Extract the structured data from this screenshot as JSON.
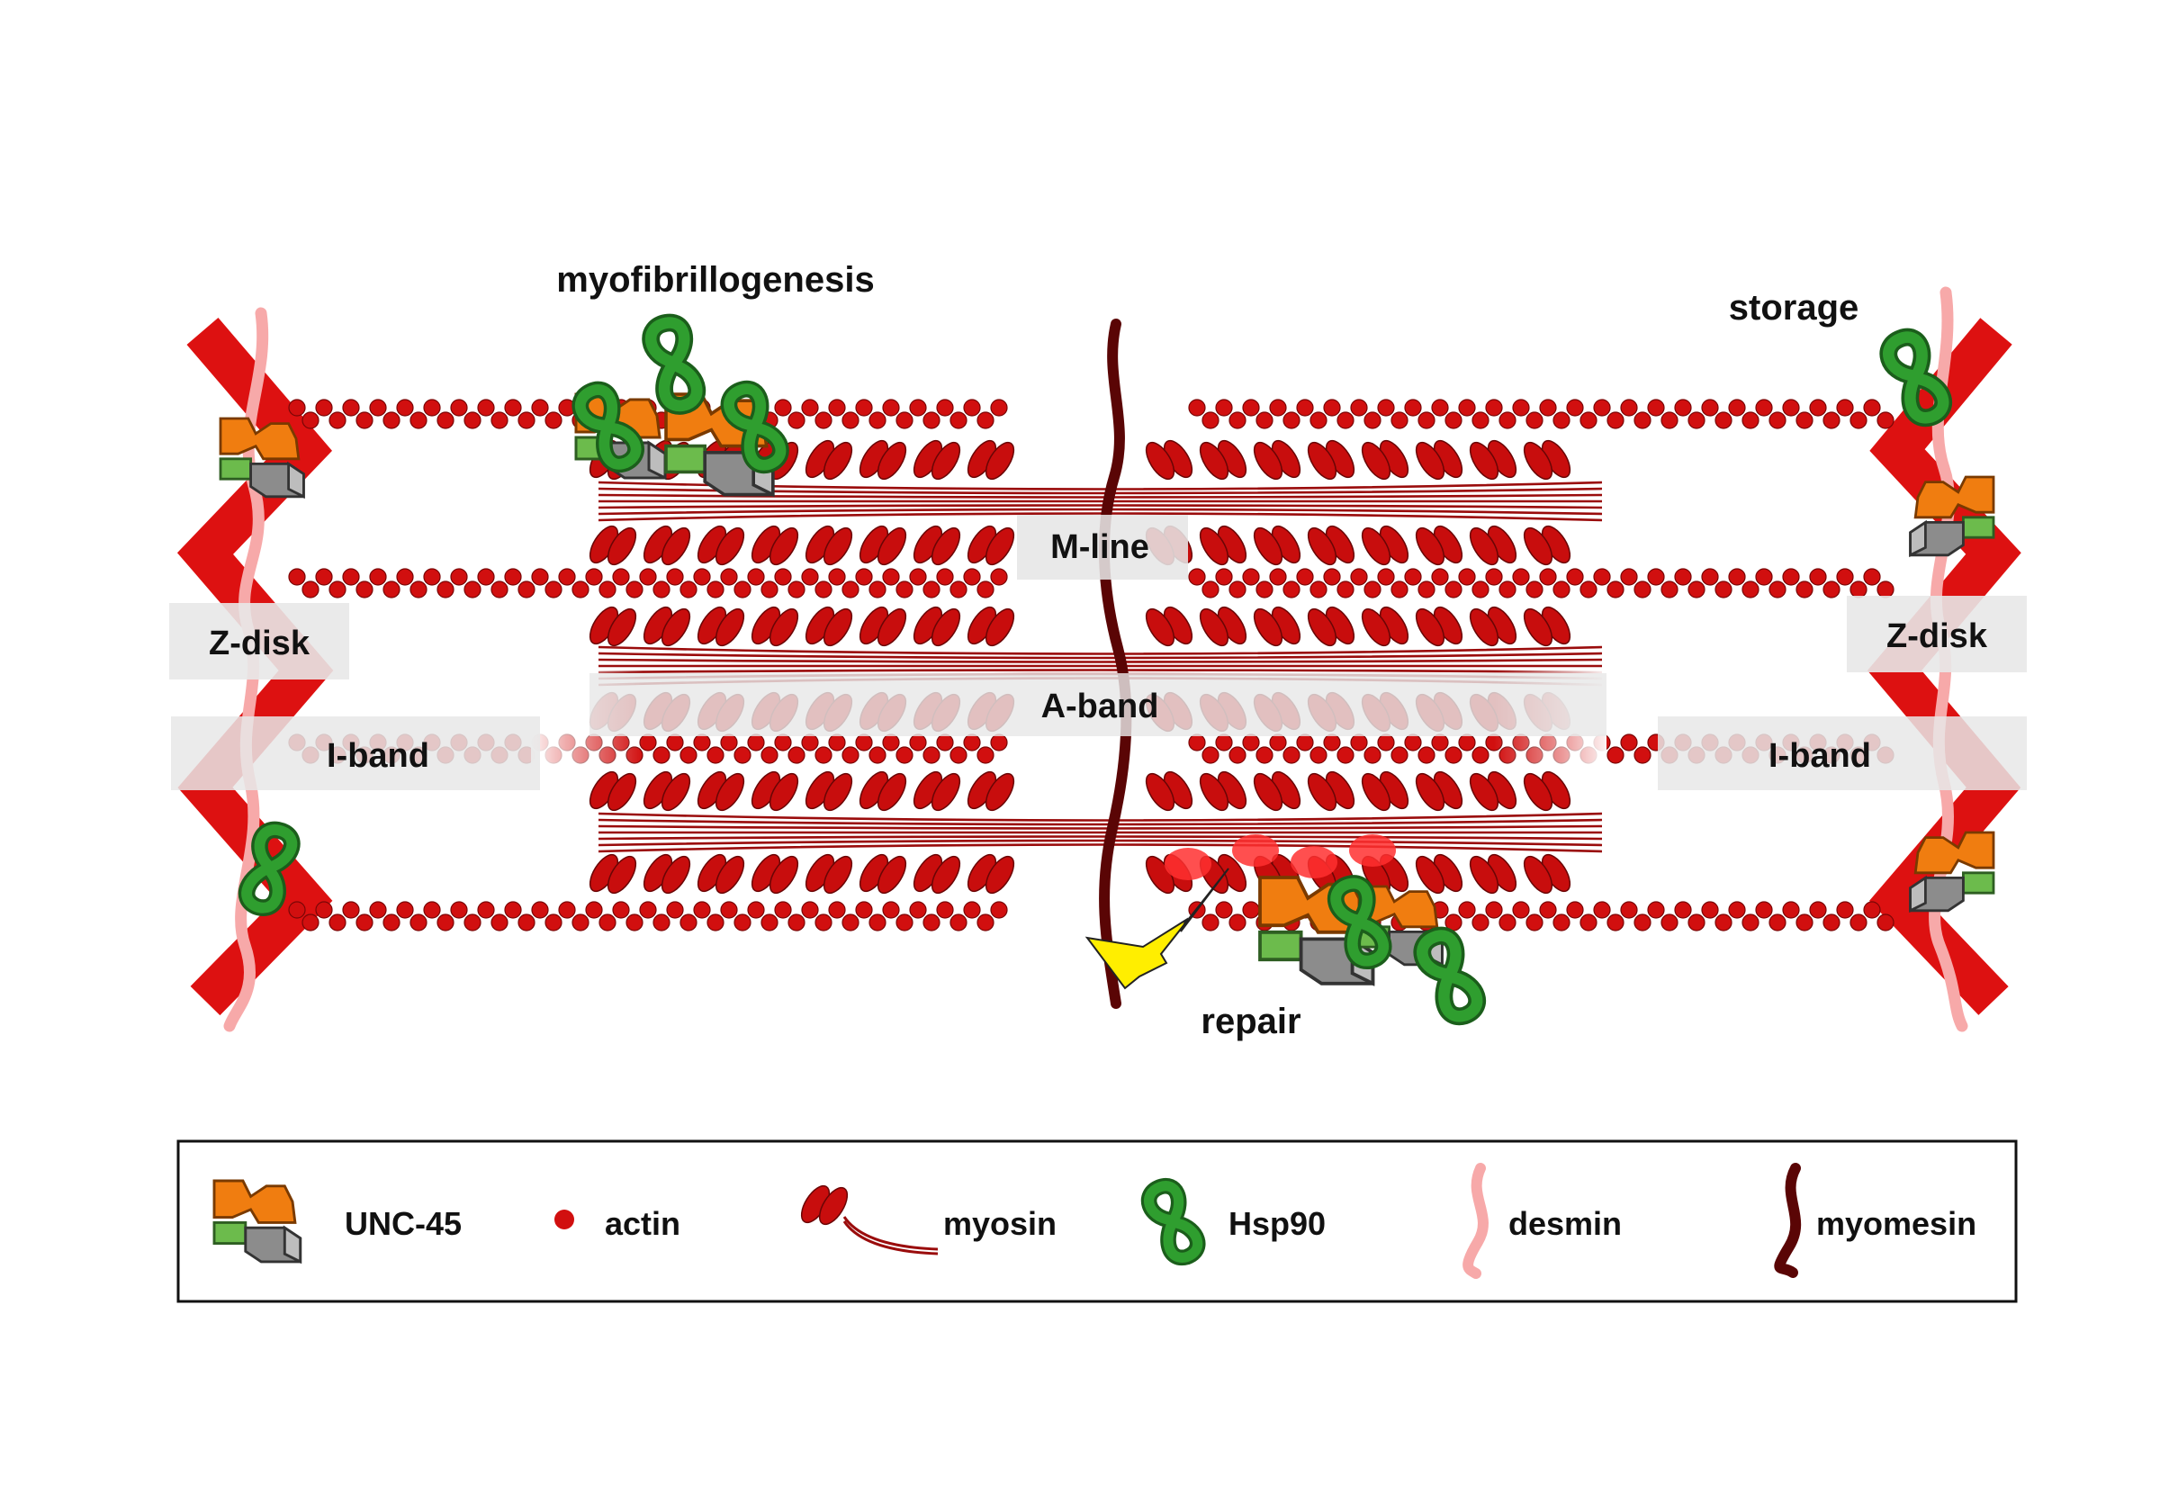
{
  "labels": {
    "myofibrillogenesis": "myofibrillogenesis",
    "storage": "storage",
    "repair": "repair",
    "m_line": "M-line",
    "a_band": "A-band",
    "z_disk_left": "Z-disk",
    "z_disk_right": "Z-disk",
    "i_band_left": "I-band",
    "i_band_right": "I-band"
  },
  "legend": {
    "unc45": "UNC-45",
    "actin": "actin",
    "myosin": "myosin",
    "hsp90": "Hsp90",
    "desmin": "desmin",
    "myomesin": "myomesin"
  },
  "colors": {
    "actin": "#d10f0f",
    "myosin": "#c80d0d",
    "myosin_tail": "#9a0c0c",
    "z_disk": "#dd1111",
    "desmin": "#f7a9a9",
    "myomesin": "#5a0505",
    "hsp90": "#2f9e2f",
    "unc45_orange": "#f07d10",
    "unc45_green": "#6cbb4c",
    "unc45_gray": "#8c8c8c",
    "damage": "#ffee00",
    "label_box": "#e6e6e6"
  }
}
